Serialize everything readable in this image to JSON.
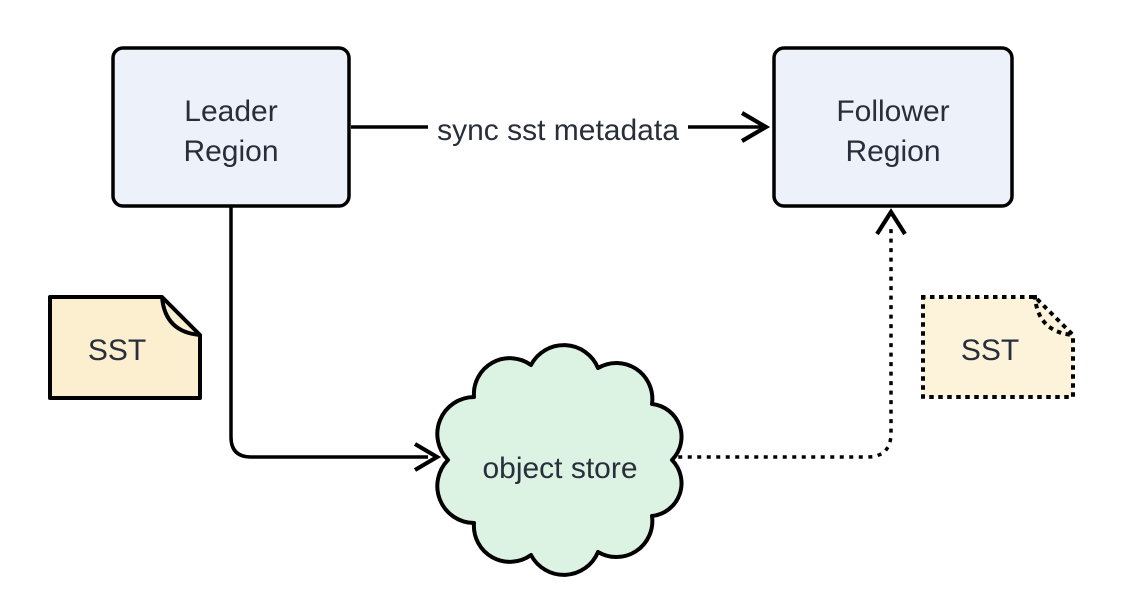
{
  "diagram": {
    "background_color": "#ffffff",
    "stroke_color": "#000000",
    "text_color": "#282e3a",
    "nodes": {
      "leader_region": {
        "label": "Leader Region",
        "label_lines": [
          "Leader",
          "Region"
        ],
        "shape": "rounded-rectangle",
        "fill": "#edf1fa",
        "border_style": "solid"
      },
      "follower_region": {
        "label": "Follower Region",
        "label_lines": [
          "Follower",
          "Region"
        ],
        "shape": "rounded-rectangle",
        "fill": "#edf1fa",
        "border_style": "solid"
      },
      "object_store": {
        "label": "object store",
        "shape": "cloud",
        "fill": "#dcf3e4",
        "border_style": "solid"
      },
      "sst_leader": {
        "label": "SST",
        "shape": "note",
        "fill": "#fbefd0",
        "border_style": "solid"
      },
      "sst_follower": {
        "label": "SST",
        "shape": "note",
        "fill": "#fdf3da",
        "border_style": "dotted"
      }
    },
    "edges": [
      {
        "id": "sync-sst-metadata",
        "from": "Leader Region",
        "to": "Follower Region",
        "label": "sync sst metadata",
        "style": "solid-arrow"
      },
      {
        "id": "leader-to-object-store",
        "from": "Leader Region",
        "to": "object store",
        "label": "",
        "style": "solid-arrow"
      },
      {
        "id": "object-store-to-follower",
        "from": "object store",
        "to": "Follower Region",
        "label": "",
        "style": "dotted-arrow"
      }
    ]
  }
}
